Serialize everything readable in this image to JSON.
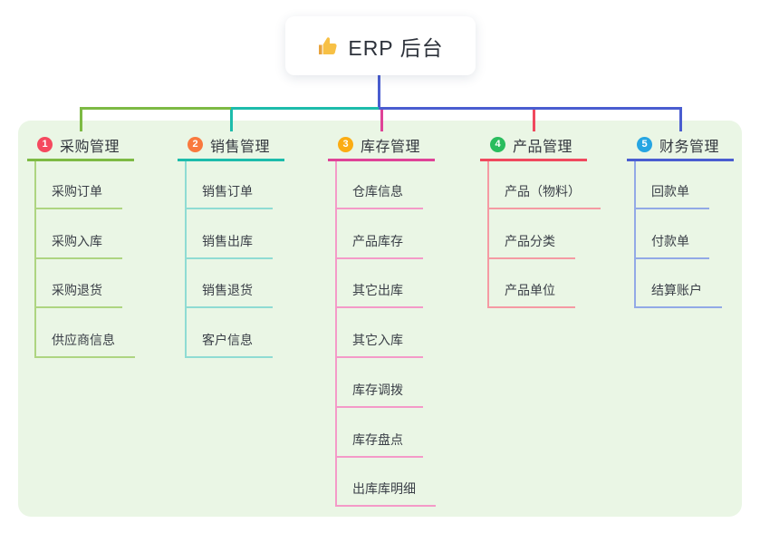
{
  "root": {
    "label": "ERP 后台",
    "icon": "thumbs-up-icon",
    "icon_color": "#f7c045",
    "line_color": "#4a5dd0"
  },
  "panel": {
    "background": "#eaf6e5"
  },
  "branches": [
    {
      "number": "1",
      "name": "采购管理",
      "badge_color": "#f5495f",
      "line_color": "#7dba44",
      "child_line_color": "#aed581",
      "children": [
        "采购订单",
        "采购入库",
        "采购退货",
        "供应商信息"
      ]
    },
    {
      "number": "2",
      "name": "销售管理",
      "badge_color": "#f9793e",
      "line_color": "#1dbcab",
      "child_line_color": "#8fdcd3",
      "children": [
        "销售订单",
        "销售出库",
        "销售退货",
        "客户信息"
      ]
    },
    {
      "number": "3",
      "name": "库存管理",
      "badge_color": "#fbac13",
      "line_color": "#df4397",
      "child_line_color": "#f49ac8",
      "children": [
        "仓库信息",
        "产品库存",
        "其它出库",
        "其它入库",
        "库存调拨",
        "库存盘点",
        "出库库明细"
      ]
    },
    {
      "number": "4",
      "name": "产品管理",
      "badge_color": "#2abd5e",
      "line_color": "#f0495e",
      "child_line_color": "#f59aa3",
      "children": [
        "产品（物料）",
        "产品分类",
        "产品单位"
      ]
    },
    {
      "number": "5",
      "name": "财务管理",
      "badge_color": "#26a5e2",
      "line_color": "#4a5dd0",
      "child_line_color": "#92a9e6",
      "children": [
        "回款单",
        "付款单",
        "结算账户"
      ]
    }
  ]
}
